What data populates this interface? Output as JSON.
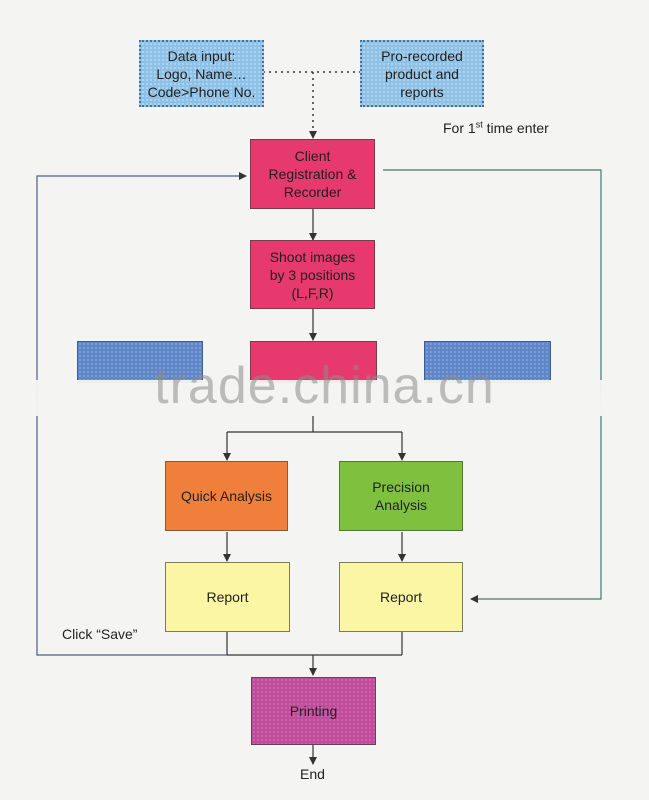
{
  "nodes": {
    "data_input": [
      "Data input:",
      "Logo, Name…",
      "Code>Phone No."
    ],
    "pre_recorded": [
      "Pro-recorded",
      "product and",
      "reports"
    ],
    "client_registration": [
      "Client",
      "Registration &",
      "Recorder"
    ],
    "shoot_images": [
      "Shoot images",
      "by 3 positions",
      "(L,F,R)"
    ],
    "quick_analysis": "Quick Analysis",
    "precision_analysis": [
      "Precision",
      "Analysis"
    ],
    "report_left": "Report",
    "report_right": "Report",
    "printing": "Printing"
  },
  "labels": {
    "first_time_prefix": "For 1",
    "first_time_sup": "st",
    "first_time_suffix": " time enter",
    "click_save": "Click “Save”",
    "end": "End"
  },
  "watermark": "trade.china.cn",
  "colors": {
    "dashed_blue": "#8fc1e6",
    "pink": "#e63a6f",
    "orange": "#f07f3b",
    "green": "#7fc13f",
    "yellow": "#fbf6a3",
    "magenta": "#c14c9c",
    "strip_blue": "#5f86c8"
  }
}
